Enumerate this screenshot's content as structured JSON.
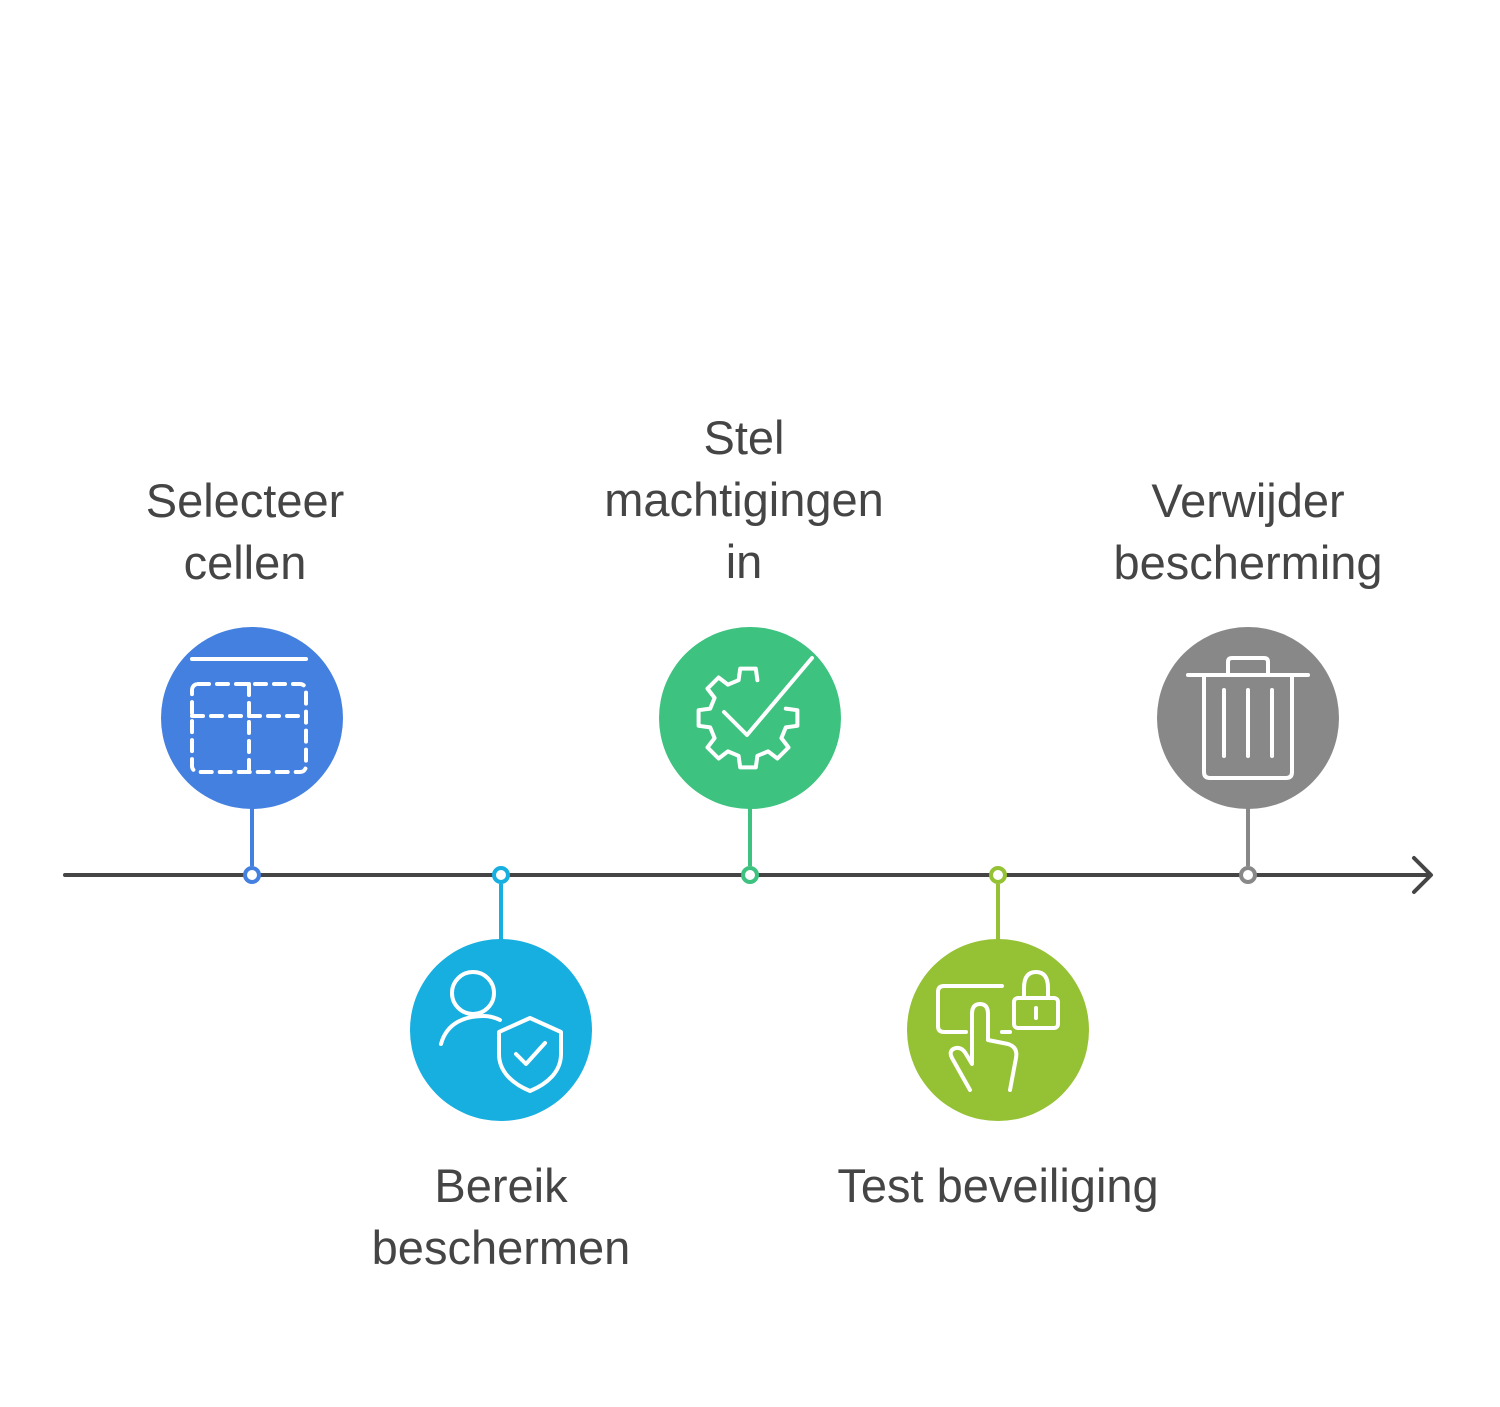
{
  "timeline": {
    "arrow_color": "#454545",
    "steps": [
      {
        "id": "selecteer-cellen",
        "lines": [
          "Selecteer",
          "cellen"
        ],
        "color": "#4480E0",
        "position": "above",
        "icon": "table-grid-icon"
      },
      {
        "id": "bereik-beschermen",
        "lines": [
          "Bereik",
          "beschermen"
        ],
        "color": "#17AEE0",
        "position": "below",
        "icon": "user-shield-icon"
      },
      {
        "id": "stel-machtigingen-in",
        "lines": [
          "Stel",
          "machtigingen",
          "in"
        ],
        "color": "#3DC27F",
        "position": "above",
        "icon": "gear-check-icon"
      },
      {
        "id": "test-beveiliging",
        "lines": [
          "Test beveiliging"
        ],
        "color": "#95C134",
        "position": "below",
        "icon": "touch-lock-icon"
      },
      {
        "id": "verwijder-bescherming",
        "lines": [
          "Verwijder",
          "bescherming"
        ],
        "color": "#888888",
        "position": "above",
        "icon": "trash-icon"
      }
    ]
  }
}
